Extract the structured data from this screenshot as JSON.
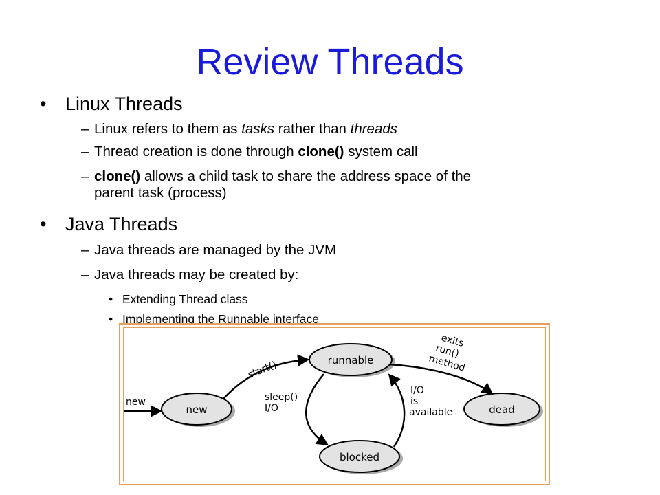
{
  "slide": {
    "title": "Review Threads",
    "bullets": [
      {
        "text": "Linux Threads",
        "subitems": [
          {
            "pre": "Linux refers to them as ",
            "em1": "tasks",
            "mid": " rather than ",
            "em2": "threads"
          },
          {
            "pre": "Thread creation is done through ",
            "bold": "clone()",
            "post": " system call"
          },
          {
            "bold": "clone()",
            "post_line1": " allows a child task to share the address space of the",
            "post_line2": "parent task (process)"
          }
        ]
      },
      {
        "text": "Java Threads",
        "subitems": [
          {
            "text": "Java threads are managed by the JVM"
          },
          {
            "text": "Java threads may be created by:",
            "subitems": [
              {
                "text": "Extending Thread class"
              },
              {
                "text": "Implementing the Runnable interface"
              }
            ]
          }
        ]
      }
    ]
  },
  "diagram": {
    "states": {
      "new": "new",
      "runnable": "runnable",
      "blocked": "blocked",
      "dead": "dead"
    },
    "transitions": {
      "entry": "new",
      "start": "start()",
      "sleep_line1": "sleep()",
      "sleep_line2": "I/O",
      "io_line1": "I/O",
      "io_line2": "is",
      "io_line3": "available",
      "exits_line1": "exits",
      "exits_line2": "run()",
      "exits_line3": "method"
    }
  },
  "colors": {
    "title": "#1a1adb",
    "frame": "#e7a05a",
    "state_fill": "#e3e3e3",
    "state_shadow": "#a8a8a8"
  }
}
